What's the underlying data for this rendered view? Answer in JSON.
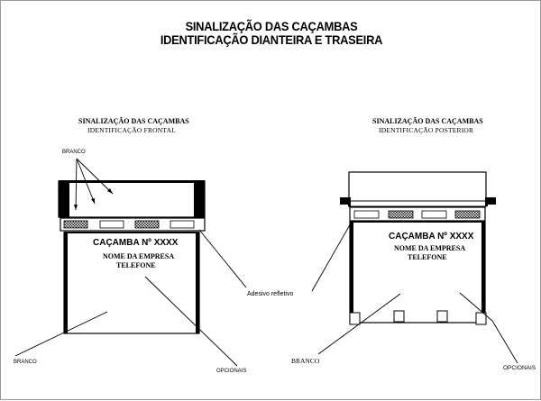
{
  "title": {
    "line1": "SINALIZAÇÃO DAS CAÇAMBAS",
    "line2": "IDENTIFICAÇÃO DIANTEIRA E TRASEIRA"
  },
  "front": {
    "heading": "SINALIZAÇÃO DAS CAÇAMBAS",
    "subheading": "IDENTIFICAÇÃO FRONTAL",
    "label_branco_top": "BRANCO",
    "label_branco_bottom": "BRANCO",
    "label_opcionais": "OPCIONAIS",
    "plate": "CAÇAMBA Nº XXXX",
    "company": "NOME DA EMPRESA",
    "phone": "TELEFONE"
  },
  "rear": {
    "heading": "SINALIZAÇÃO DAS CAÇAMBAS",
    "subheading": "IDENTIFICAÇÃO POSTERIOR",
    "label_branco": "BRANCO",
    "label_opcionais": "OPCIONAIS",
    "plate": "CAÇAMBA Nº XXXX",
    "company": "NOME DA EMPRESA",
    "phone": "TELEFONE"
  },
  "center_label": "Adesivo refletivo",
  "colors": {
    "ink": "#000000",
    "hatch": "#1a1a1a",
    "reflective_white": "#ffffff",
    "background": "#ffffff"
  }
}
